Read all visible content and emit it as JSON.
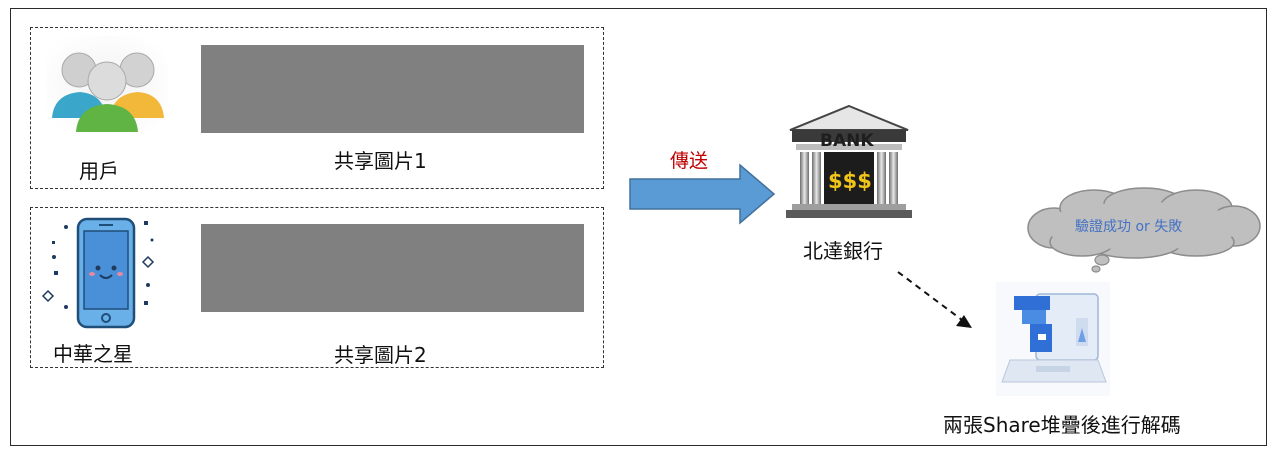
{
  "row1": {
    "person_label": "用戶",
    "share_label": "共享圖片1"
  },
  "row2": {
    "person_label": "中華之星",
    "share_label": "共享圖片2"
  },
  "arrow_label": "傳送",
  "bank": {
    "sign": "BANK",
    "money": "$$$",
    "name": "北達銀行"
  },
  "decode_label": "兩張Share堆疊後進行解碼",
  "cloud_text": "驗證成功 or 失敗",
  "colors": {
    "arrow": "#5b9bd5",
    "arrow_border": "#41719c",
    "label_red": "#c00000",
    "cloud_text": "#4472c4",
    "share_gray": "#808080"
  }
}
